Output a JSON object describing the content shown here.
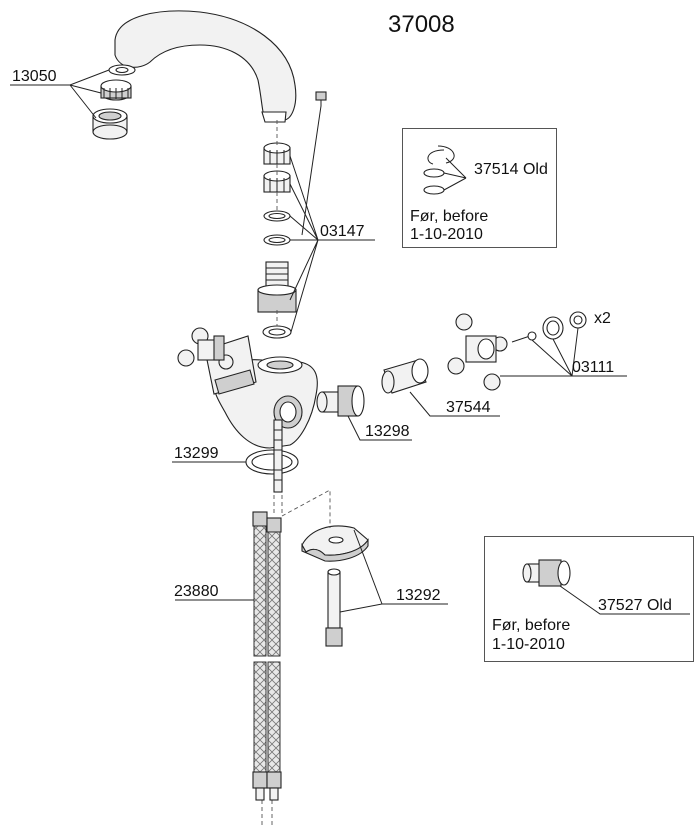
{
  "diagram": {
    "title": "37008",
    "parts": {
      "p13050": "13050",
      "p03147": "03147",
      "p37514": "37514 Old",
      "p03111": "03111",
      "p37544": "37544",
      "p13298": "13298",
      "p13299": "13299",
      "p23880": "23880",
      "p13292": "13292",
      "p37527": "37527 Old"
    },
    "quantity": "x2",
    "notes": {
      "box1_line1": "Før, before",
      "box1_line2": "1-10-2010",
      "box2_line1": "Før, before",
      "box2_line2": "1-10-2010"
    }
  }
}
